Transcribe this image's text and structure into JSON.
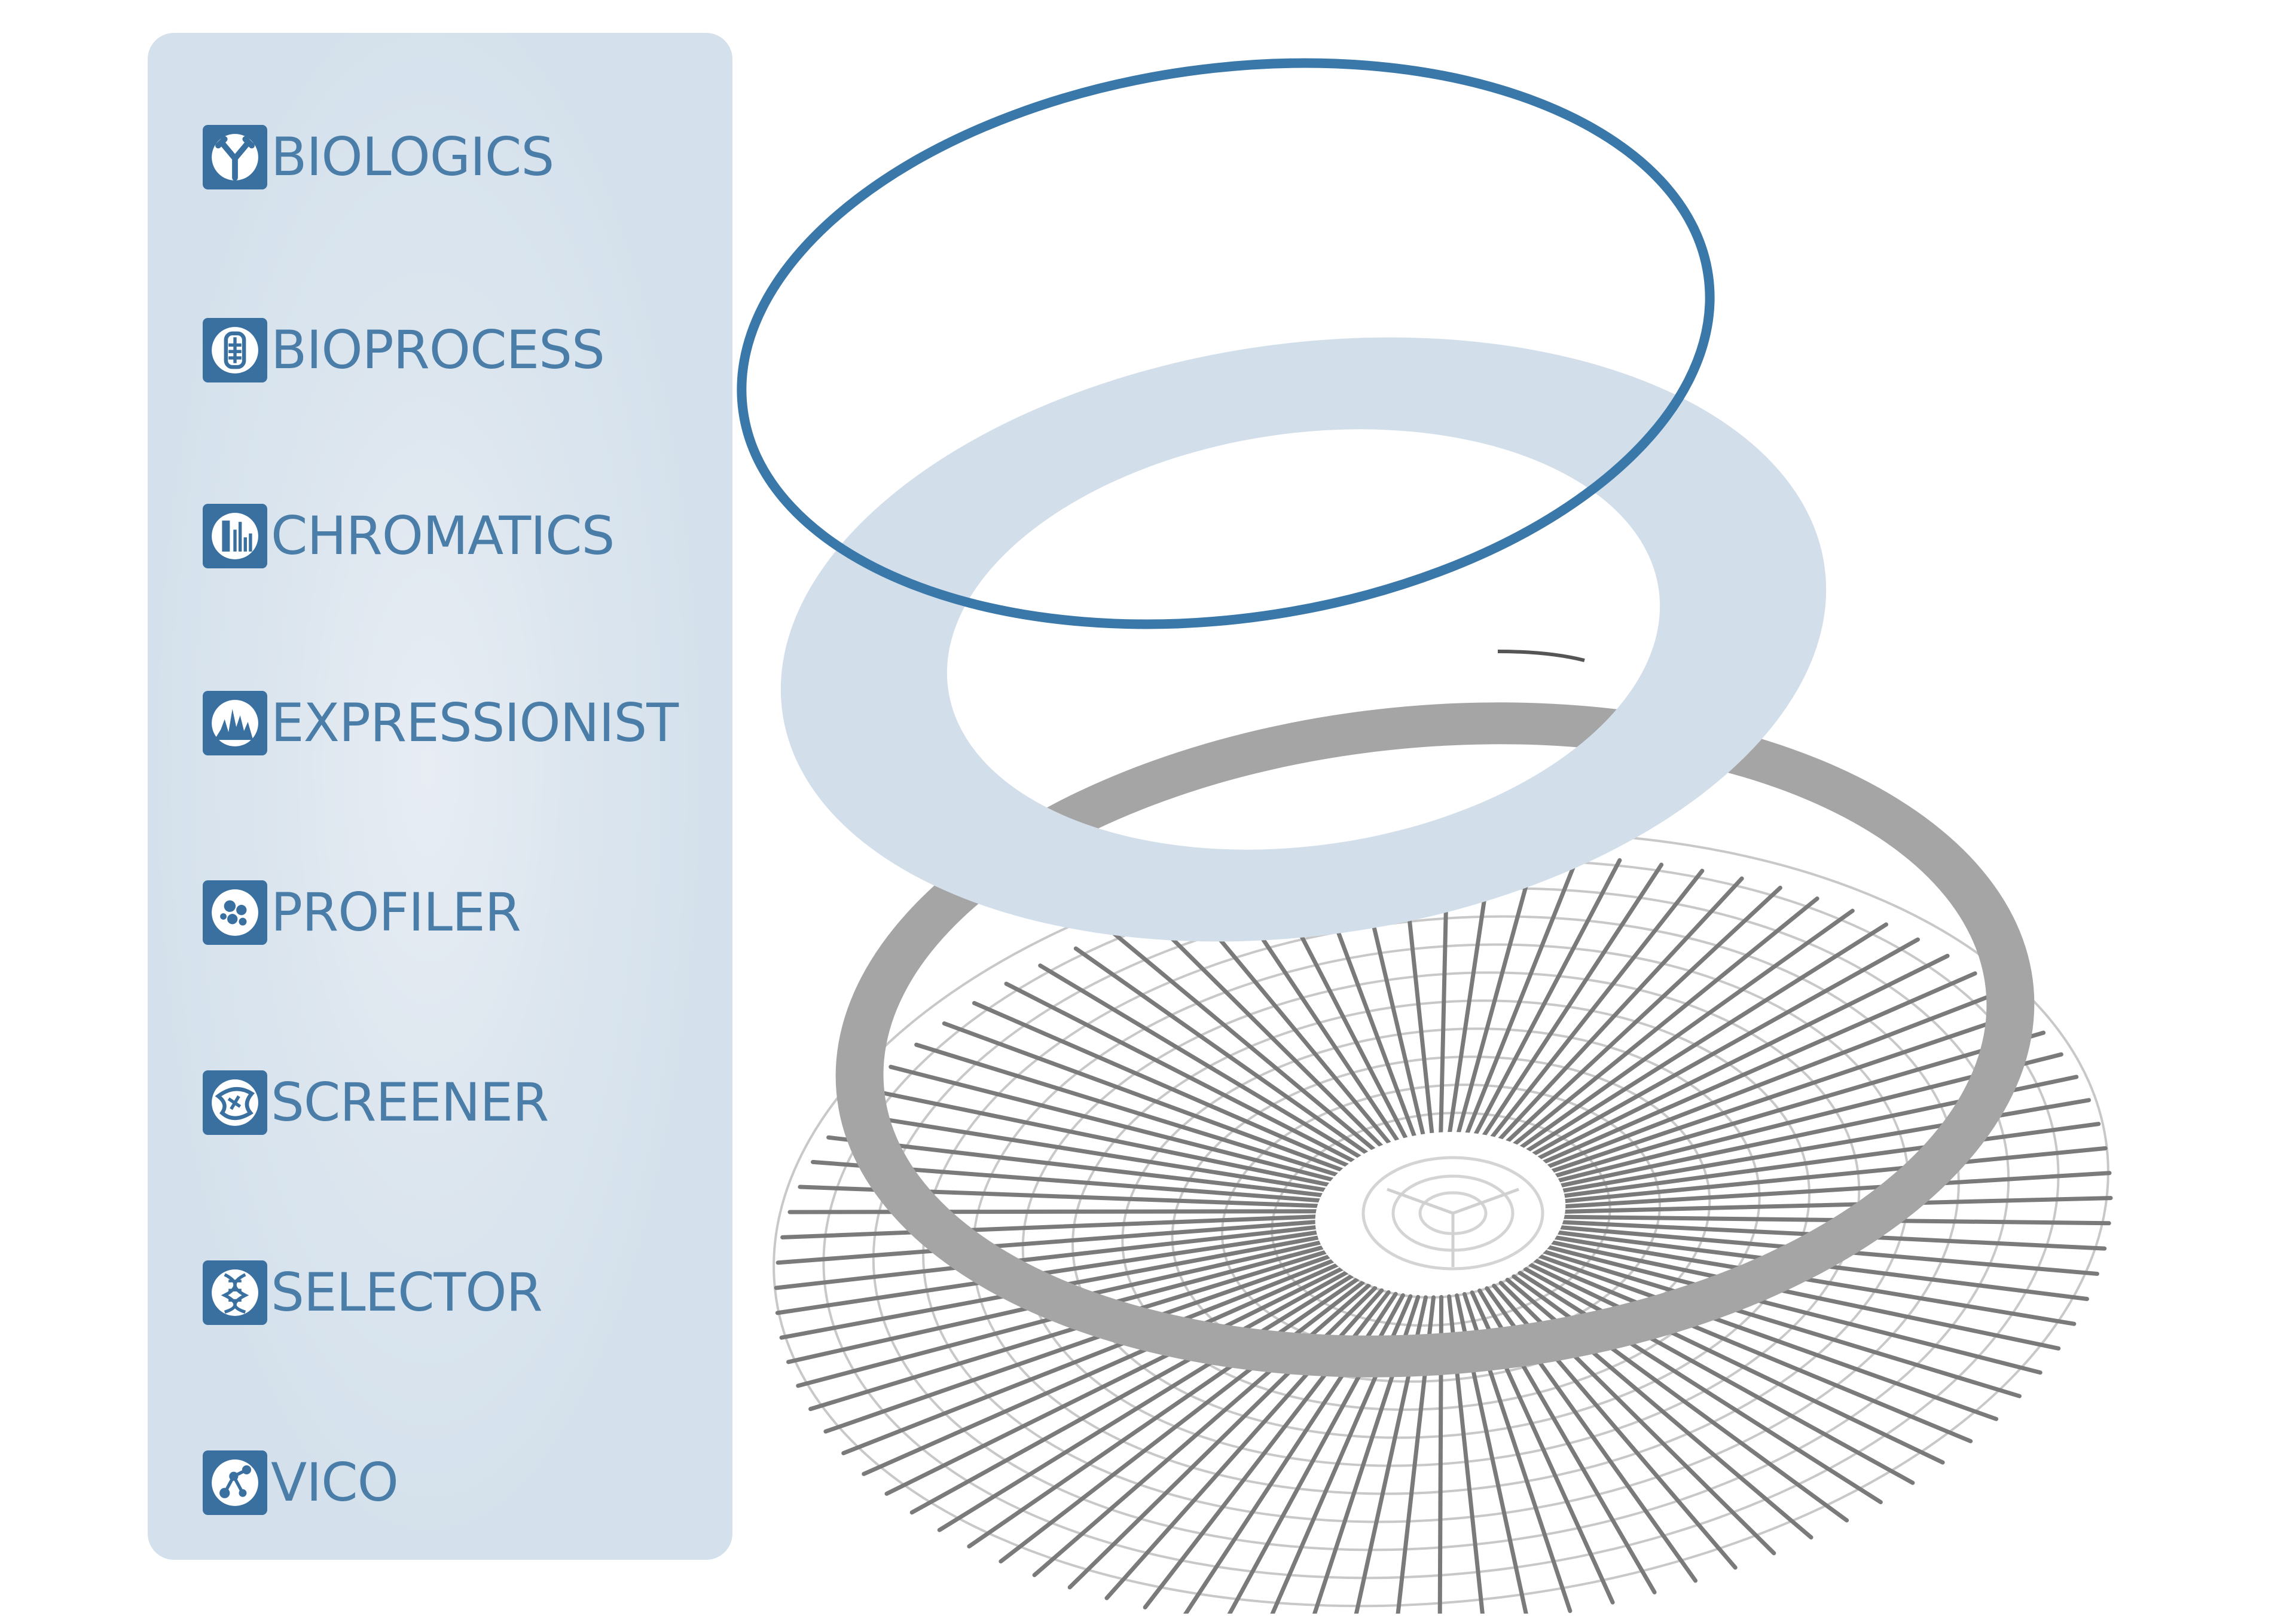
{
  "colors": {
    "panel_bg": "#d8e3ed",
    "label_text": "#4a7ea8",
    "icon_bg": "#3a70a0",
    "blue_ring": "#3b78aa",
    "light_ring": "#d0dde9",
    "gray_ring": "#a5a5a5",
    "spoke": "#777777"
  },
  "modules": [
    {
      "label": "BIOLOGICS",
      "icon": "antibody-icon"
    },
    {
      "label": "BIOPROCESS",
      "icon": "bioreactor-icon"
    },
    {
      "label": "CHROMATICS",
      "icon": "chromatography-icon"
    },
    {
      "label": "EXPRESSIONIST",
      "icon": "peaks-icon"
    },
    {
      "label": "PROFILER",
      "icon": "molecule-cluster-icon"
    },
    {
      "label": "SCREENER",
      "icon": "compound-screen-icon"
    },
    {
      "label": "SELECTOR",
      "icon": "dna-selector-icon"
    },
    {
      "label": "VICO",
      "icon": "nodes-graph-icon"
    }
  ]
}
